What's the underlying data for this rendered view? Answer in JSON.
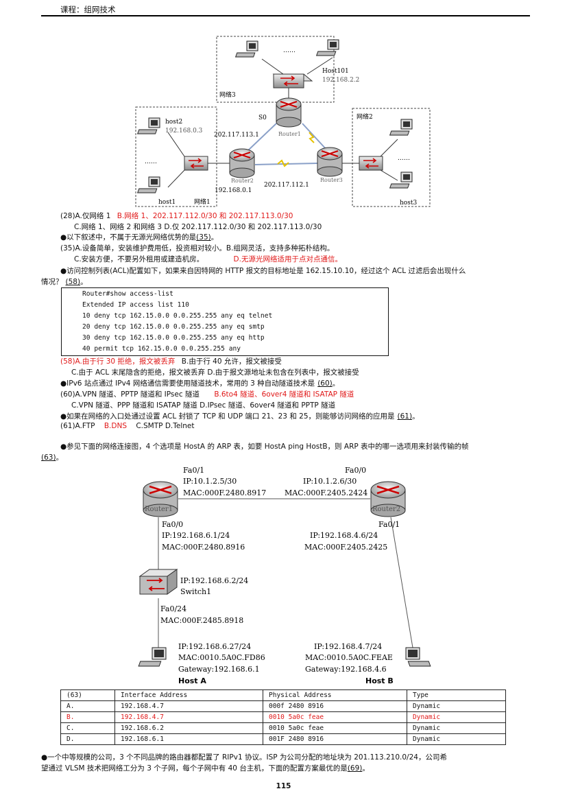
{
  "header": {
    "course": "课程：组网技术"
  },
  "diagram1": {
    "network3": "网络3",
    "network2": "网络2",
    "network1": "网络1",
    "ellipsis": "……",
    "host101": "Host101",
    "host101_ip": "192.168.2.2",
    "host2": "host2",
    "host2_ip": "192.168.0.3",
    "host1": "host1",
    "host3": "host3",
    "s0": "S0",
    "router1": "Router1",
    "router2": "Router2",
    "router3": "Router3",
    "ip_r2_serial": "202.117.113.1",
    "ip_r2_lan": "192.168.0.1",
    "ip_r3": "202.117.112.1"
  },
  "q28": {
    "line1_a": "(28)A.仅网络 1",
    "line1_b": "B.网络 1、202.117.112.0/30 和 202.117.113.0/30",
    "line2": "C.网络 1、网络 2 和网络 3    D.仅 202.117.112.0/30 和 202.117.113.0/30"
  },
  "q35": {
    "stem": "●以下叙述中，不属于无源光网络优势的是",
    "blank": "(35)",
    "end": "。",
    "line1": "(35)A.设备简单，安装维护费用低，投资相对较小。B.组网灵活，支持多种拓朴结构。",
    "line2_c": "C.安装方便，不要另外租用或建造机房。",
    "line2_d": "D.无源光网络适用于点对点通信。"
  },
  "q58": {
    "stem1": "●访问控制列表(ACL)配置如下，如果来自因特网的 HTTP 报文的目标地址是 162.15.10.10，经过这个 ACL 过滤后会出现什么",
    "stem2": "情况？",
    "blank": "(58)",
    "end": "。",
    "acl": [
      "Router#show access-list",
      "Extended IP access list 110",
      "10 deny tcp 162.15.0.0 0.0.255.255 any eq telnet",
      "20 deny tcp 162.15.0.0 0.0.255.255 any eq smtp",
      "30 deny tcp 162.15.0.0 0.0.255.255 any eq http",
      "40 permit tcp 162.15.0.0 0.0.255.255 any"
    ],
    "opt_a": "(58)A.由于行 30 拒绝，报文被丢弃",
    "opt_b": "B.由于行 40 允许，报文被接受",
    "line2": "C.由于 ACL 末尾隐含的拒绝，报文被丢弃    D.由于报文源地址未包含在列表中，报文被接受"
  },
  "q60": {
    "stem": "●IPv6 站点通过 IPv4 网络通信需要使用隧道技术，常用的 3 种自动隧道技术是",
    "blank": "(60)",
    "end": "。",
    "opt_a": "(60)A.VPN 隧道、PPTP 隧道和 IPsec 隧道",
    "opt_b": "B.6to4 隧道、6over4 隧道和 ISATAP 隧道",
    "line2": "C.VPN 隧道、PPP 隧道和 ISATAP 隧道        D.IPsec 隧道、6over4 隧道和 PPTP 隧道"
  },
  "q61": {
    "stem": "●如果在网络的入口处通过设置 ACL 封锁了 TCP 和 UDP 端口 21、23 和 25，则能够访问网络的应用是",
    "blank": "(61)",
    "end": "。",
    "opt_a": "(61)A.FTP",
    "opt_b": "B.DNS",
    "opt_cd": "C.SMTP    D.Telnet"
  },
  "q63": {
    "stem1": "●参见下面的网络连接图，4 个选项是 HostA 的 ARP 表，如要 HostA ping HostB，则 ARP 表中的哪一选项用来封装传输的帧",
    "blank": "(63)",
    "end": "。"
  },
  "diagram2": {
    "r1_fa01": "Fa0/1",
    "r1_fa01_ip": "IP:10.1.2.5/30",
    "r1_fa01_mac": "MAC:000F.2480.8917",
    "r2_fa00": "Fa0/0",
    "r2_fa00_ip": "IP:10.1.2.6/30",
    "r2_fa00_mac": "MAC:000F.2405.2424",
    "router1": "Router1",
    "router2": "Router2",
    "r1_fa00": "Fa0/0",
    "r1_fa00_ip": "IP:192.168.6.1/24",
    "r1_fa00_mac": "MAC:000F.2480.8916",
    "r2_fa01": "Fa0/1",
    "r2_fa01_ip": "IP:192.168.4.6/24",
    "r2_fa01_mac": "MAC:000F.2405.2425",
    "switch_ip": "IP:192.168.6.2/24",
    "switch_name": "Switch1",
    "sw_fa024": "Fa0/24",
    "sw_mac": "MAC:000F.2485.8918",
    "hostA_ip": "IP:192.168.6.27/24",
    "hostA_mac": "MAC:0010.5A0C.FD86",
    "hostA_gw": "Gateway:192.168.6.1",
    "hostA": "Host A",
    "hostB_ip": "IP:192.168.4.7/24",
    "hostB_mac": "MAC:0010.5A0C.FEAE",
    "hostB_gw": "Gateway:192.168.4.6",
    "hostB": "Host B"
  },
  "arp_table": {
    "headers": [
      "(63)",
      "Interface Address",
      "Physical Address",
      "Type"
    ],
    "rows": [
      [
        "A.",
        "192.168.4.7",
        "000f 2480 8916",
        "Dynamic"
      ],
      [
        "B.",
        "192.168.4.7",
        "0010 5a0c feae",
        "Dynamic"
      ],
      [
        "C.",
        "192.168.6.2",
        "0010 5a0c feae",
        "Dynamic"
      ],
      [
        "D.",
        "192.168.6.1",
        "001F 2480 8916",
        "Dynamic"
      ]
    ]
  },
  "q69": {
    "line1": "●一个中等规模的公司，3 个不同品牌的路由器都配置了 RIPv1 协议。ISP 为公司分配的地址块为 201.113.210.0/24，公司希",
    "line2": "望通过 VLSM 技术把网络工分为 3 个子网，每个子网中有 40 台主机，下面的配置方案最优的是",
    "blank": "(69)",
    "end": "。"
  },
  "page_number": "115"
}
